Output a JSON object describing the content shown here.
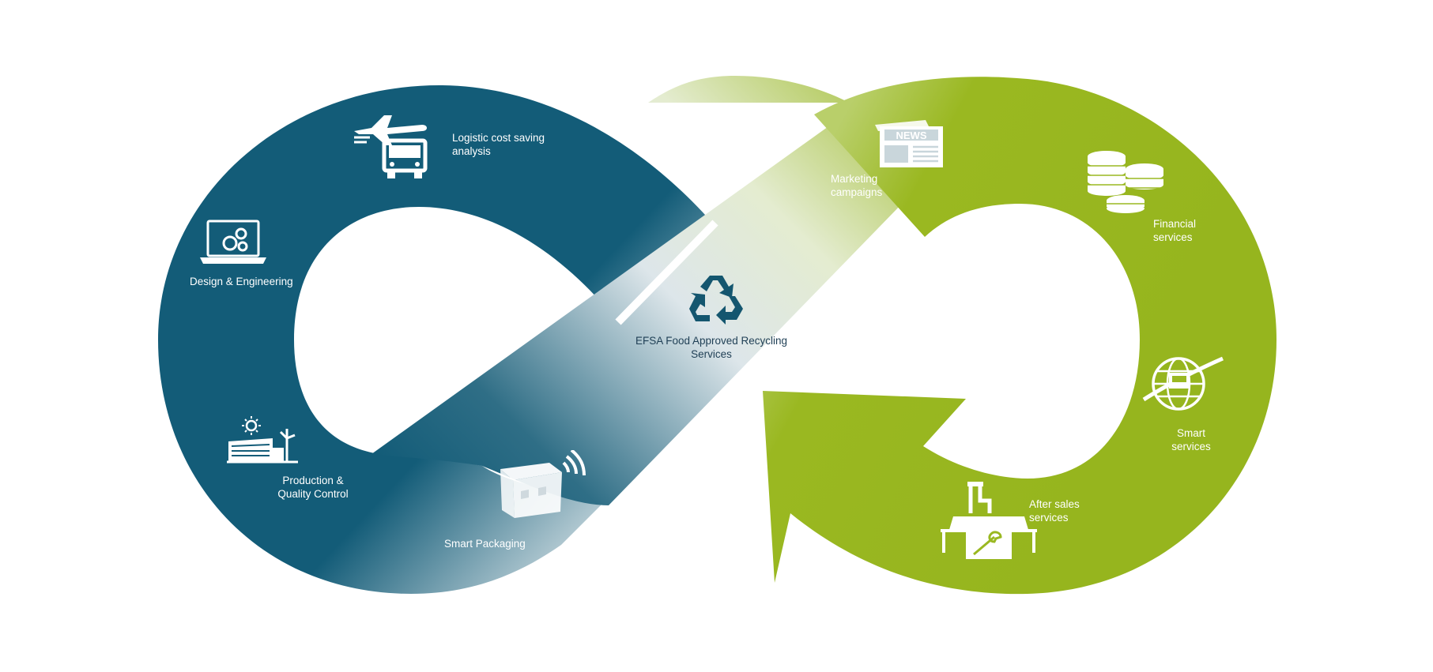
{
  "diagram": {
    "colors": {
      "teal": "#135c78",
      "green": "#9ab821",
      "light": "#dfe8ec",
      "white": "#ffffff",
      "recycle": "#14566f"
    },
    "stages": {
      "logistic": {
        "label": "Logistic cost saving\nanalysis",
        "icon": "plane-truck-icon"
      },
      "design": {
        "label": "Design & Engineering",
        "icon": "laptop-gears-icon"
      },
      "production": {
        "label": "Production &\nQuality Control",
        "icon": "factory-icon"
      },
      "packaging": {
        "label": "Smart Packaging",
        "icon": "smart-box-icon"
      },
      "recycling": {
        "label": "EFSA Food Approved Recycling\nServices",
        "icon": "recycle-icon"
      },
      "marketing": {
        "label": "Marketing\ncampaigns",
        "icon": "newspaper-icon",
        "icon_text": "NEWS"
      },
      "financial": {
        "label": "Financial\nservices",
        "icon": "coins-icon"
      },
      "smart": {
        "label": "Smart\nservices",
        "icon": "globe-truck-icon"
      },
      "aftersales": {
        "label": "After sales\nservices",
        "icon": "machine-wrench-icon"
      }
    }
  }
}
